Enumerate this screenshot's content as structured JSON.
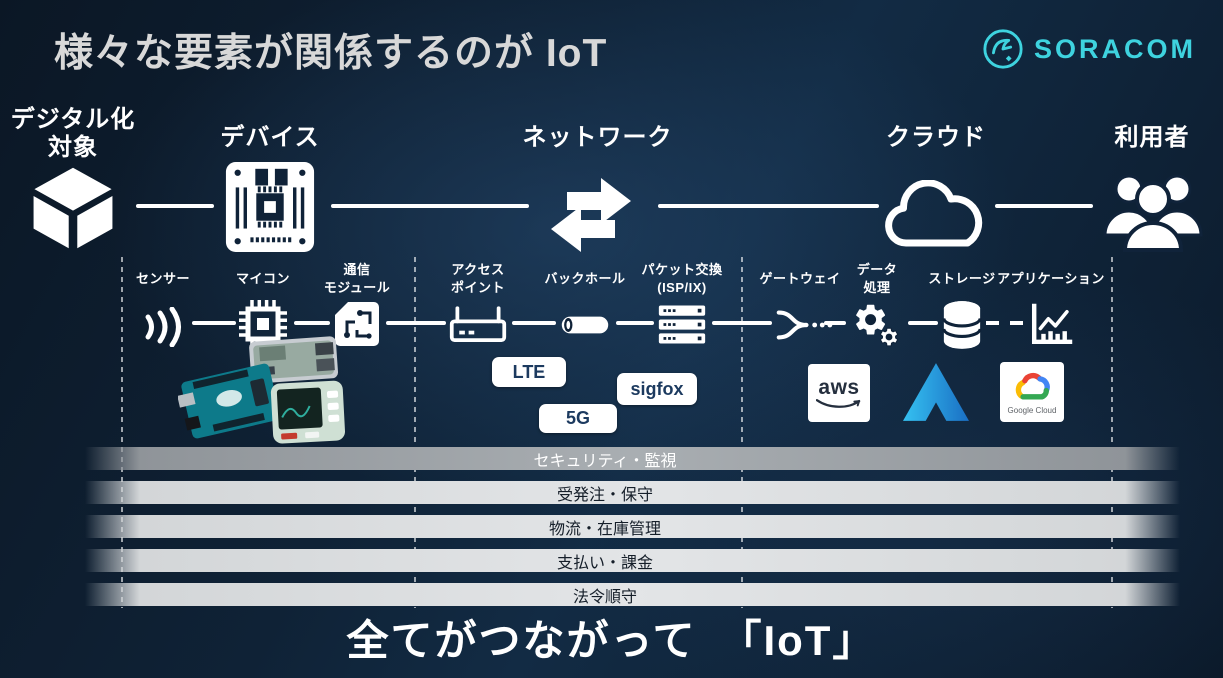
{
  "slide": {
    "title": "様々な要素が関係するのが IoT",
    "footer": "全てがつながって　「IoT」"
  },
  "brand": {
    "name": "SORACOM"
  },
  "colors": {
    "brand_cyan": "#3ed3df",
    "badge_text": "#1c3a5f",
    "bar_dark": "#9aa0a5",
    "bar_light": "#dcdedf"
  },
  "stages": [
    {
      "line1": "デジタル化",
      "line2": "対象",
      "icon": "cube-icon"
    },
    {
      "line1": "デバイス",
      "icon": "circuit-board-icon"
    },
    {
      "line1": "ネットワーク",
      "icon": "transfer-arrows-icon"
    },
    {
      "line1": "クラウド",
      "icon": "cloud-icon"
    },
    {
      "line1": "利用者",
      "icon": "users-icon"
    }
  ],
  "components": [
    {
      "line1": "センサー",
      "icon": "sensor-waves-icon"
    },
    {
      "line1": "マイコン",
      "icon": "microcontroller-chip-icon"
    },
    {
      "line1": "通信",
      "line2": "モジュール",
      "icon": "comm-module-icon"
    },
    {
      "line1": "アクセス",
      "line2": "ポイント",
      "icon": "access-point-icon"
    },
    {
      "line1": "バックホール",
      "icon": "backhaul-icon"
    },
    {
      "line1": "パケット交換",
      "line2": "(ISP/IX)",
      "icon": "packet-switch-icon"
    },
    {
      "line1": "ゲートウェイ",
      "icon": "gateway-icon"
    },
    {
      "line1": "データ",
      "line2": "処理",
      "icon": "gears-icon"
    },
    {
      "line1": "ストレージ",
      "icon": "database-icon"
    },
    {
      "line1": "アプリケーション",
      "icon": "chart-icon"
    }
  ],
  "badges": {
    "lte": "LTE",
    "sigfox": "sigfox",
    "fiveg": "5G"
  },
  "providers": {
    "aws": "aws",
    "google_cloud": "Google Cloud"
  },
  "bars": [
    "セキュリティ・監視",
    "受発注・保守",
    "物流・在庫管理",
    "支払い・課金",
    "法令順守"
  ]
}
